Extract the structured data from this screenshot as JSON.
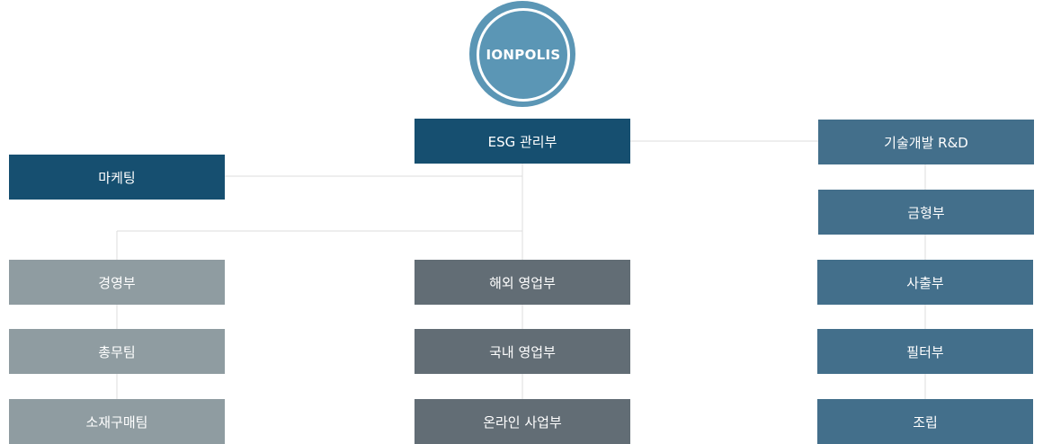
{
  "logo": {
    "text": "IONPOLIS"
  },
  "colors": {
    "logo": "#5b96b5",
    "top_department": "#164f70",
    "rnd_column": "#436f8b",
    "management_column": "#8f9ca1",
    "sales_column": "#626d75",
    "connector_line": "#dcdcdc"
  },
  "top": {
    "esg": "ESG 관리부",
    "marketing": "마케팅"
  },
  "left_column": [
    "경영부",
    "총무팀",
    "소재구매팀"
  ],
  "center_column": [
    "해외 영업부",
    "국내 영업부",
    "온라인 사업부"
  ],
  "right_column": [
    "기술개발 R&D",
    "금형부",
    "사출부",
    "필터부",
    "조립"
  ]
}
